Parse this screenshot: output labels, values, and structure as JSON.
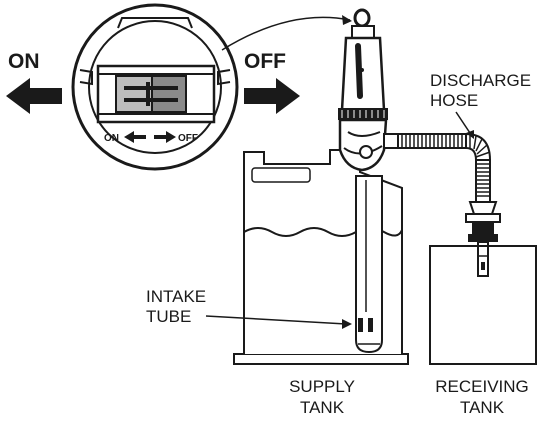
{
  "switch_callout": {
    "on_label": "ON",
    "off_label": "OFF",
    "dial_on": "ON",
    "dial_off": "OFF"
  },
  "labels": {
    "discharge_hose": [
      "DISCHARGE",
      "HOSE"
    ],
    "intake_tube": [
      "INTAKE",
      "TUBE"
    ],
    "supply_tank": [
      "SUPPLY",
      "TANK"
    ],
    "receiving_tank": [
      "RECEIVING",
      "TANK"
    ]
  },
  "colors": {
    "ink": "#1a1a1a",
    "switch_fill": "#bdbdbd",
    "switch_dark": "#8a8a8a"
  }
}
